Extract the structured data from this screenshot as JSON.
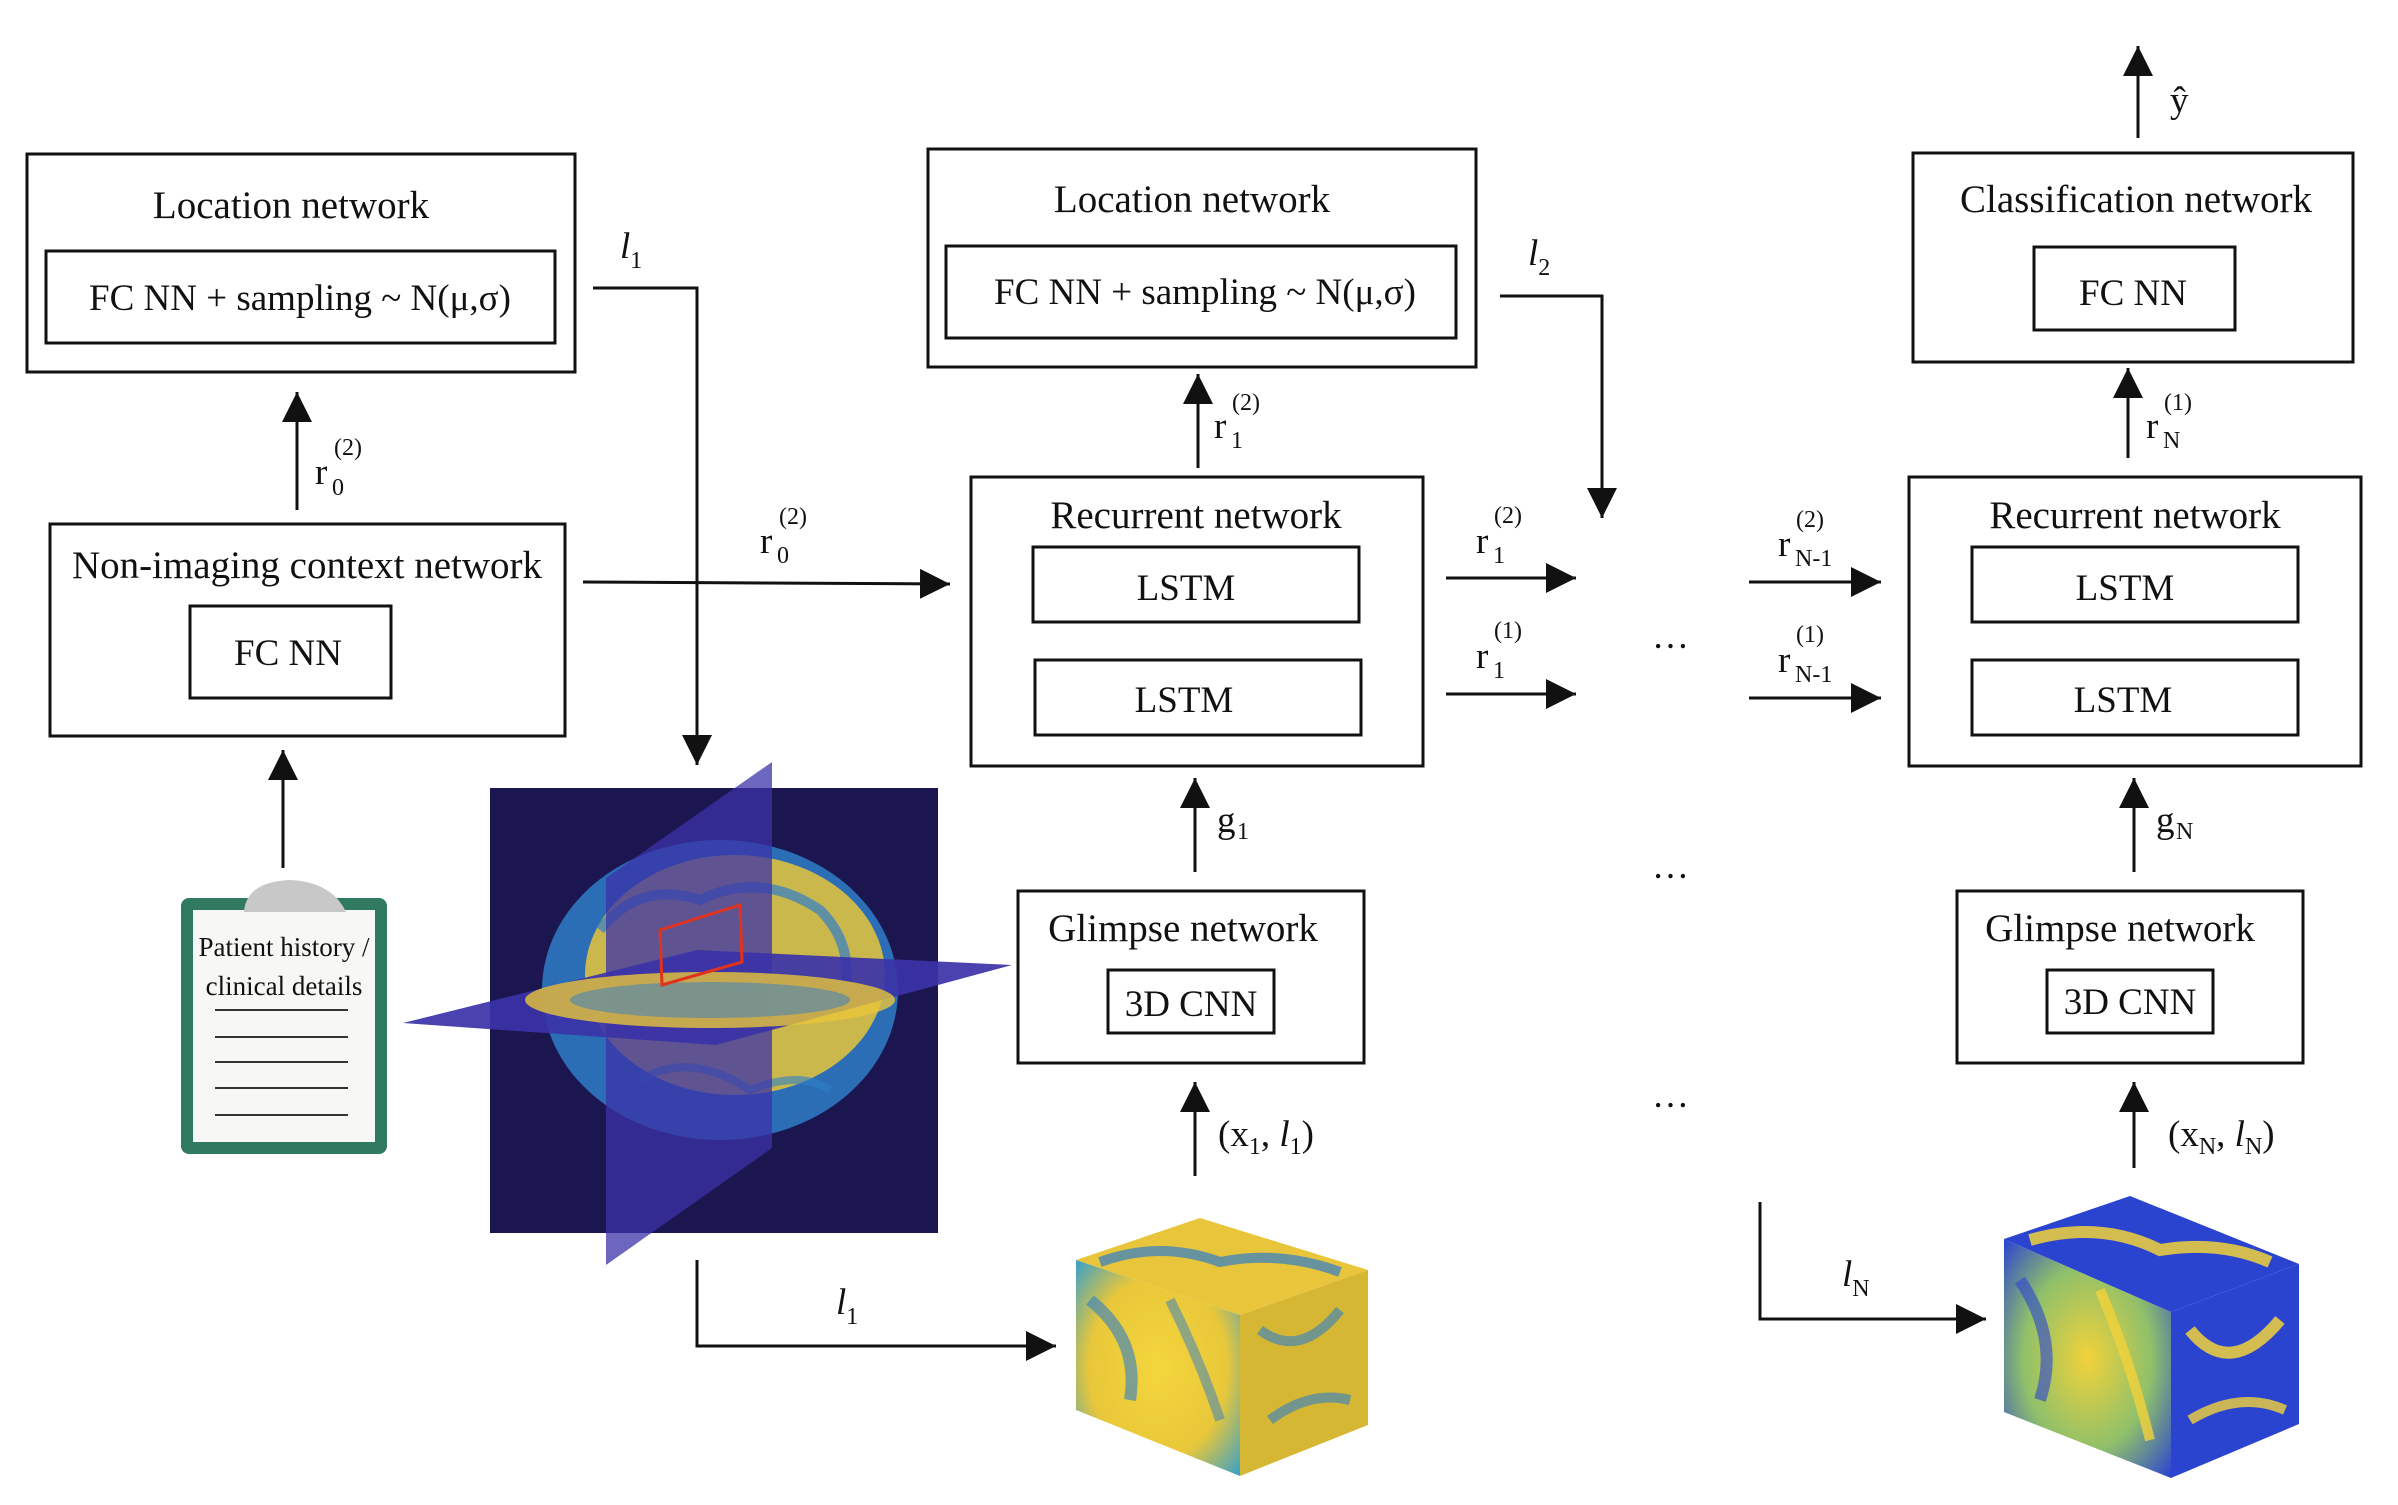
{
  "location_network_1": {
    "title": "Location network",
    "inner": "FC NN + sampling ~ N(μ,σ)"
  },
  "location_network_2": {
    "title": "Location network",
    "inner": "FC NN + sampling ~ N(μ,σ)"
  },
  "classification_network": {
    "title": "Classification network",
    "inner": "FC NN"
  },
  "context_network": {
    "title": "Non-imaging context network",
    "inner": "FC NN"
  },
  "recurrent_network_1": {
    "title": "Recurrent network",
    "lstm_top": "LSTM",
    "lstm_bottom": "LSTM"
  },
  "recurrent_network_n": {
    "title": "Recurrent network",
    "lstm_top": "LSTM",
    "lstm_bottom": "LSTM"
  },
  "glimpse_network_1": {
    "title": "Glimpse network",
    "inner": "3D CNN"
  },
  "glimpse_network_n": {
    "title": "Glimpse network",
    "inner": "3D CNN"
  },
  "clipboard": {
    "line1": "Patient history /",
    "line2": "clinical details"
  },
  "labels": {
    "l1": {
      "base": "l",
      "sub": "1"
    },
    "l2": {
      "base": "l",
      "sub": "2"
    },
    "lN": {
      "base": "l",
      "sub": "N"
    },
    "r0_up": {
      "base": "r",
      "sub": "0",
      "sup": "(2)"
    },
    "r0_right": {
      "base": "r",
      "sub": "0",
      "sup": "(2)"
    },
    "r1_up": {
      "base": "r",
      "sub": "1",
      "sup": "(2)"
    },
    "r1_2": {
      "base": "r",
      "sub": "1",
      "sup": "(2)"
    },
    "r1_1": {
      "base": "r",
      "sub": "1",
      "sup": "(1)"
    },
    "rN1_2": {
      "base": "r",
      "sub": "N-1",
      "sup": "(2)"
    },
    "rN1_1": {
      "base": "r",
      "sub": "N-1",
      "sup": "(1)"
    },
    "rN_up": {
      "base": "r",
      "sub": "N",
      "sup": "(1)"
    },
    "g1": {
      "base": "g",
      "sub": "1"
    },
    "gN": {
      "base": "g",
      "sub": "N"
    },
    "x1l1": {
      "open": "(x",
      "sub1": "1",
      "mid": ", ",
      "l": "l",
      "sub2": "1",
      "close": ")"
    },
    "xNlN": {
      "open": "(x",
      "sub1": "N",
      "mid": ", ",
      "l": "l",
      "sub2": "N",
      "close": ")"
    },
    "yhat": "ŷ",
    "ellipsis": "…"
  },
  "colors": {
    "mri_background": "#1c1650",
    "mri_plane": "#3b33a8",
    "brain_yellow": "#e8c53a",
    "brain_blue": "#2f7ec8",
    "glimpse_box": "#e0321c",
    "clipboard_border": "#2f7a60",
    "clipboard_clip": "#c8c8c8",
    "cube_yellow": "#f2d23a",
    "cube_blue": "#2b55d4"
  }
}
